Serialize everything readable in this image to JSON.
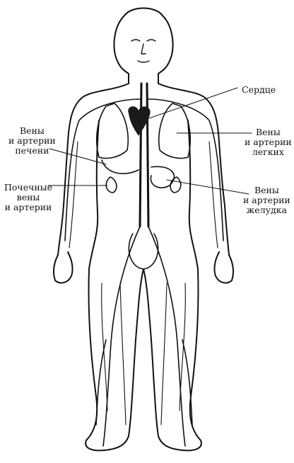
{
  "labels": {
    "heart": [
      "Сердце"
    ],
    "liver": [
      "Вены",
      "и артерии",
      "печени"
    ],
    "kidney": [
      "Почечные",
      "вены",
      "и артерии"
    ],
    "lungs": [
      "Вены",
      "и артерии",
      "легких"
    ],
    "stomach": [
      "Вены",
      "и артерии",
      "желудка"
    ]
  },
  "colors": {
    "ink": "#111111",
    "paper": "#ffffff",
    "organ_fill": "#1a1a1a"
  }
}
